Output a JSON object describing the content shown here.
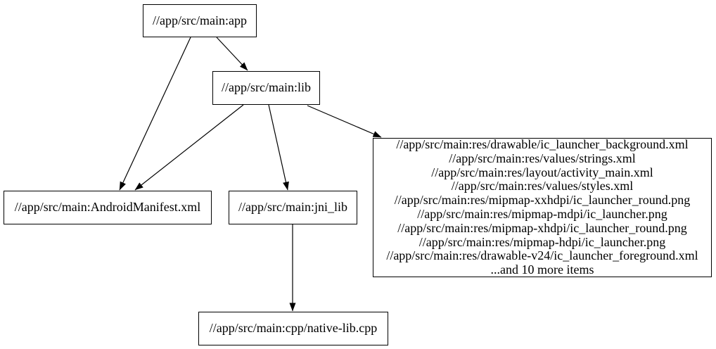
{
  "nodes": {
    "app": {
      "label": "//app/src/main:app"
    },
    "lib": {
      "label": "//app/src/main:lib"
    },
    "android_manifest": {
      "label": "//app/src/main:AndroidManifest.xml"
    },
    "jni_lib": {
      "label": "//app/src/main:jni_lib"
    },
    "resources": {
      "lines": [
        "//app/src/main:res/drawable/ic_launcher_background.xml",
        "//app/src/main:res/values/strings.xml",
        "//app/src/main:res/layout/activity_main.xml",
        "//app/src/main:res/values/styles.xml",
        "//app/src/main:res/mipmap-xxhdpi/ic_launcher_round.png",
        "//app/src/main:res/mipmap-mdpi/ic_launcher.png",
        "//app/src/main:res/mipmap-xhdpi/ic_launcher_round.png",
        "//app/src/main:res/mipmap-hdpi/ic_launcher.png",
        "//app/src/main:res/drawable-v24/ic_launcher_foreground.xml",
        "...and 10 more items"
      ]
    },
    "native_lib": {
      "label": "//app/src/main:cpp/native-lib.cpp"
    }
  },
  "edges": [
    {
      "from": "app",
      "to": "lib"
    },
    {
      "from": "app",
      "to": "android_manifest"
    },
    {
      "from": "lib",
      "to": "android_manifest"
    },
    {
      "from": "lib",
      "to": "jni_lib"
    },
    {
      "from": "lib",
      "to": "resources"
    },
    {
      "from": "jni_lib",
      "to": "native_lib"
    }
  ],
  "colors": {
    "background": "#ffffff",
    "node_border": "#000000",
    "text": "#000000",
    "edge": "#000000"
  }
}
